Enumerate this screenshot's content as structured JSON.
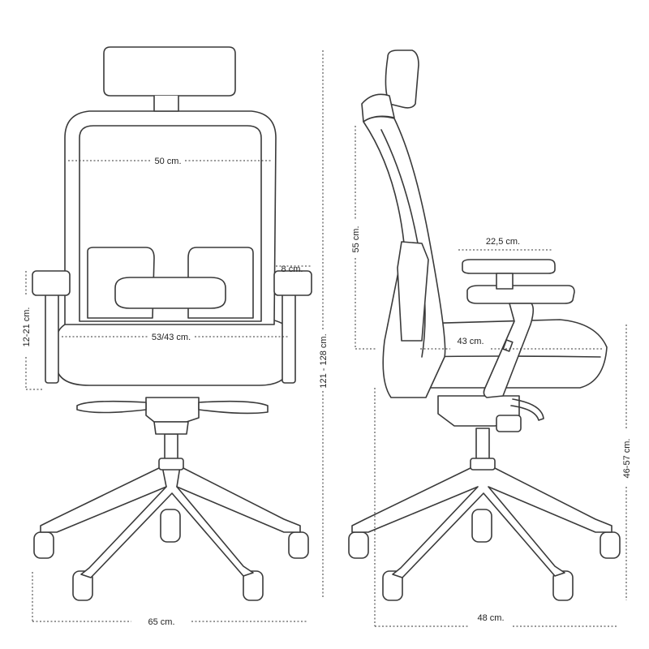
{
  "views": {
    "front": {
      "dimensions": {
        "backrest_width": "50 cm.",
        "armpad_width": "8 cm.",
        "seat_width": "53/43 cm.",
        "armrest_height": "12-21 cm.",
        "total_height": "121 - 128 cm.",
        "base_width": "65 cm."
      }
    },
    "side": {
      "dimensions": {
        "backrest_height": "55 cm.",
        "armpad_length": "22,5 cm.",
        "seat_depth": "43 cm.",
        "seat_height": "46-57 cm.",
        "base_depth": "48 cm."
      }
    }
  },
  "colors": {
    "line": "#3a3a3a",
    "dimension": "#333333",
    "background": "#ffffff"
  }
}
